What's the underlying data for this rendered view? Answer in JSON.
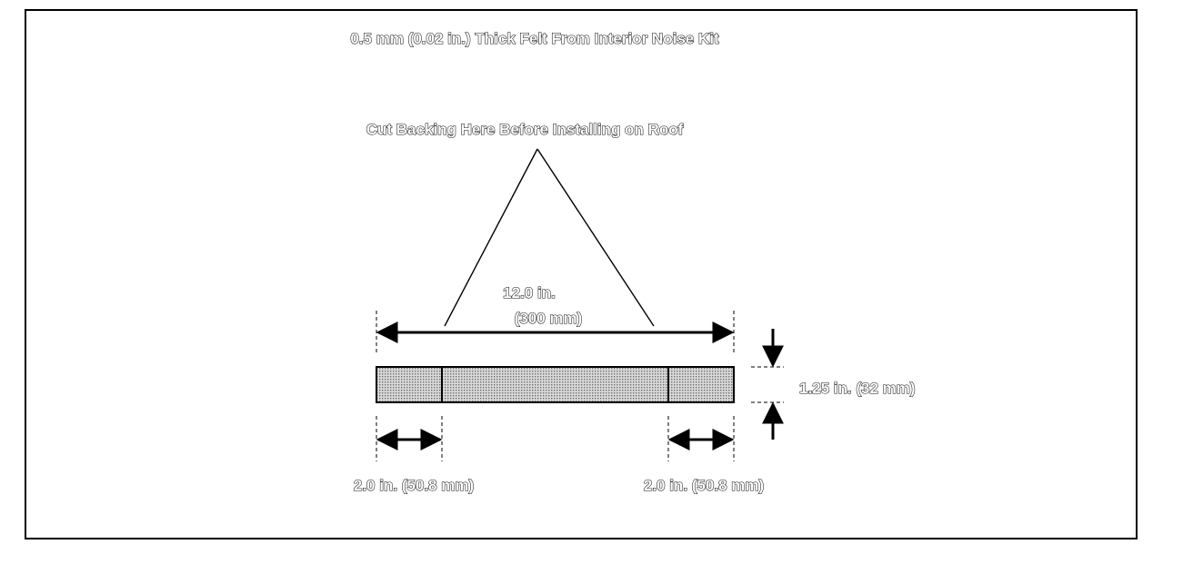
{
  "diagram": {
    "title": "0.5 mm (0.02 in.) Thick Felt From Interior Noise Kit",
    "cut_callout": "Cut Backing Here Before Installing on Roof",
    "overall_length": {
      "line1": "12.0 in.",
      "line2": "(300 mm)"
    },
    "width_label": "1.25 in. (32 mm)",
    "left_segment_label": "2.0 in. (50.8 mm)",
    "right_segment_label": "2.0 in. (50.8 mm)",
    "colors": {
      "felt_fill": "#bdbdbd",
      "line": "#000000",
      "frame": "#000000"
    }
  }
}
